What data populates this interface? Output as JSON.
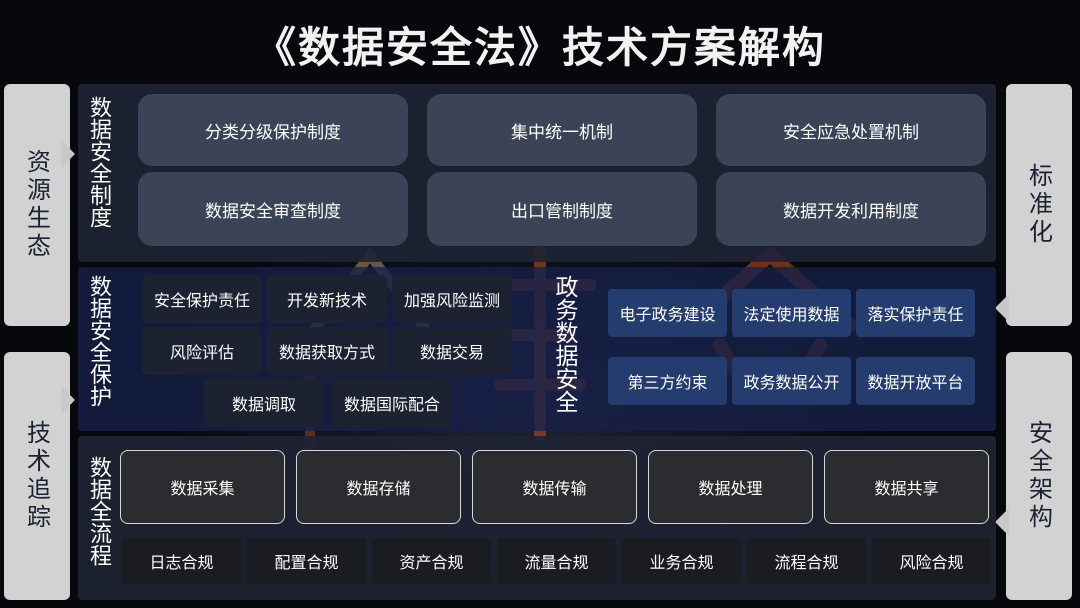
{
  "title": "《数据安全法》技术方案解构",
  "left_sidebar": [
    "资源生态",
    "技术追踪"
  ],
  "right_sidebar": [
    "标准化",
    "安全架构"
  ],
  "section1": {
    "label": "数据安全制度",
    "items": [
      "分类分级保护制度",
      "集中统一机制",
      "安全应急处置机制",
      "数据安全审查制度",
      "出口管制制度",
      "数据开发利用制度"
    ]
  },
  "section2": {
    "label": "数据安全保护",
    "items": [
      "安全保护责任",
      "开发新技术",
      "加强风险监测",
      "风险评估",
      "数据获取方式",
      "数据交易",
      "数据调取",
      "数据国际配合"
    ],
    "gov_label": "政务数据安全",
    "gov_items": [
      "电子政务建设",
      "法定使用数据",
      "落实保护责任",
      "第三方约束",
      "政务数据公开",
      "数据开放平台"
    ]
  },
  "section3": {
    "label": "数据全流程",
    "lifecycle": [
      "数据采集",
      "数据存储",
      "数据传输",
      "数据处理",
      "数据共享"
    ],
    "compliance": [
      "日志合规",
      "配置合规",
      "资产合规",
      "流量合规",
      "业务合规",
      "流程合规",
      "风险合规"
    ]
  }
}
